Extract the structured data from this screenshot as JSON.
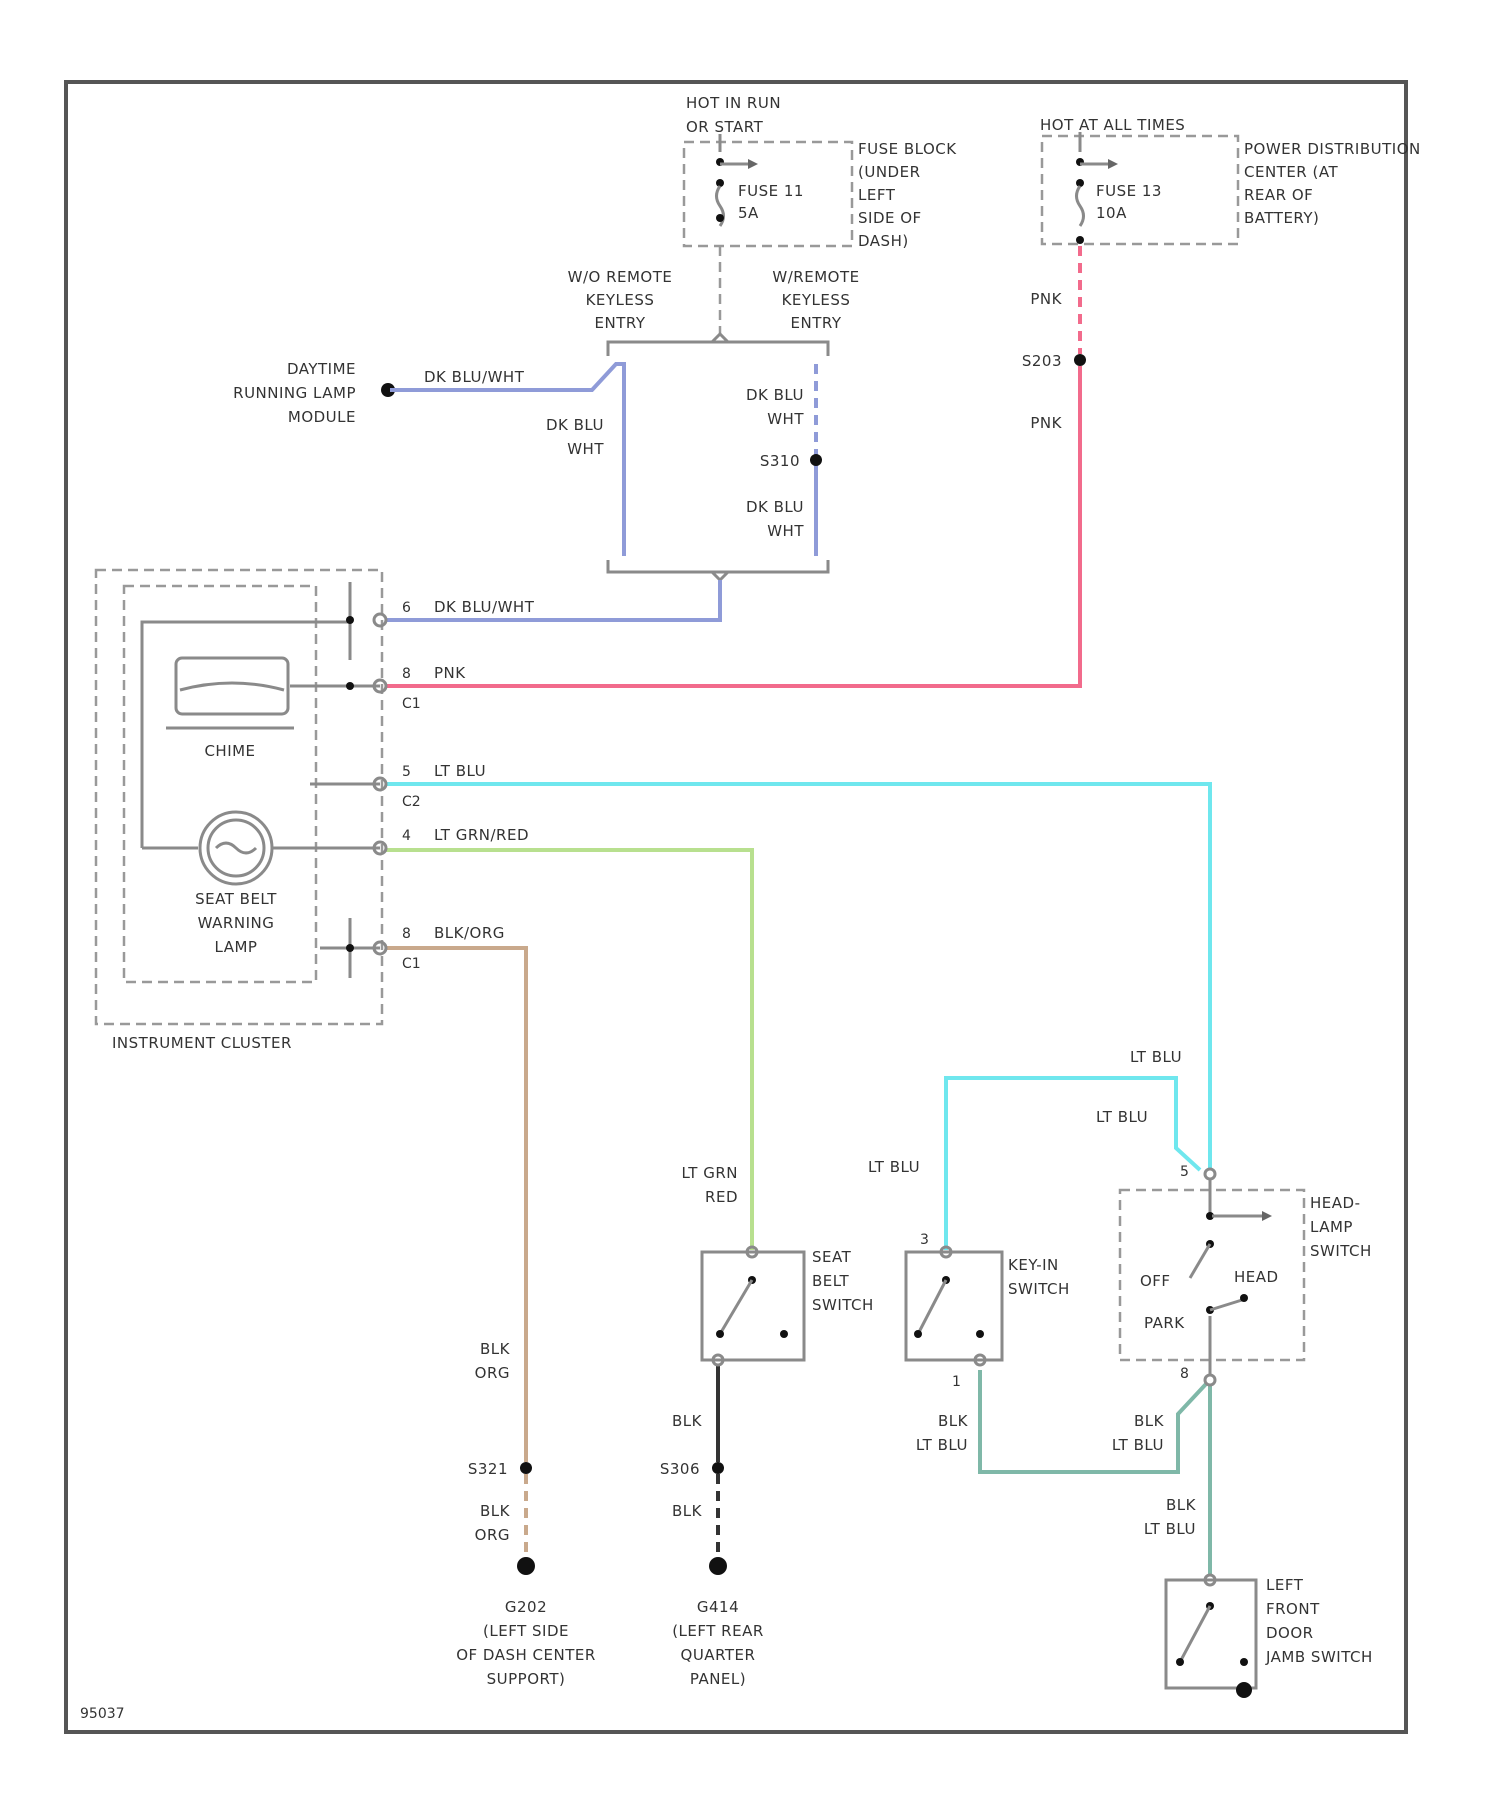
{
  "colors": {
    "dk_blu_wht": "#8f9bd8",
    "pnk": "#f26b8c",
    "lt_blu": "#6fe7ee",
    "lt_grn_red": "#b8e08f",
    "blk_org": "#c9a98c",
    "blk_lt_blu": "#7fb8a8",
    "blk": "#333333"
  },
  "fuse_block": {
    "hot_label": [
      "HOT IN RUN",
      "OR START"
    ],
    "fuse_label": [
      "FUSE 11",
      "5A"
    ],
    "desc": [
      "FUSE BLOCK",
      "(UNDER",
      "LEFT",
      "SIDE OF",
      "DASH)"
    ]
  },
  "pdc": {
    "hot_label": "HOT AT ALL TIMES",
    "fuse_label": [
      "FUSE 13",
      "10A"
    ],
    "desc": [
      "POWER DISTRIBUTION",
      "CENTER (AT",
      "REAR OF",
      "BATTERY)"
    ]
  },
  "keyless": {
    "without": [
      "W/O REMOTE",
      "KEYLESS",
      "ENTRY"
    ],
    "with": [
      "W/REMOTE",
      "KEYLESS",
      "ENTRY"
    ]
  },
  "drl_module": [
    "DAYTIME",
    "RUNNING LAMP",
    "MODULE"
  ],
  "wires": {
    "dk_blu_wht_inline": "DK BLU/WHT",
    "dk_blu_wht_stack": [
      "DK BLU",
      "WHT"
    ],
    "pnk": "PNK",
    "lt_blu": "LT BLU",
    "lt_grn_red": "LT GRN/RED",
    "lt_grn_red_stack": [
      "LT GRN",
      "RED"
    ],
    "blk_org": "BLK/ORG",
    "blk_org_stack": [
      "BLK",
      "ORG"
    ],
    "blk": "BLK",
    "blk_lt_blu": [
      "BLK",
      "LT BLU"
    ]
  },
  "splices": {
    "pnk": "S203",
    "dk_blu": "S310",
    "blk_org": "S321",
    "blk": "S306"
  },
  "cluster": {
    "chime": "CHIME",
    "lamp": [
      "SEAT BELT",
      "WARNING",
      "LAMP"
    ],
    "name": "INSTRUMENT CLUSTER",
    "pins": {
      "p1": "6",
      "p2": "8",
      "p3": "5",
      "p4": "4",
      "p5": "8"
    },
    "connectors": {
      "c1a": "C1",
      "c2": "C2",
      "c1b": "C1"
    }
  },
  "seat_belt_switch": [
    "SEAT",
    "BELT",
    "SWITCH"
  ],
  "key_in_switch": [
    "KEY-IN",
    "SWITCH"
  ],
  "key_in_pins": {
    "top": "3",
    "bottom": "1"
  },
  "headlamp_switch": {
    "name": [
      "HEAD-",
      "LAMP",
      "SWITCH"
    ],
    "off": "OFF",
    "head": "HEAD",
    "park": "PARK",
    "pin_top": "5",
    "pin_bottom": "8"
  },
  "door_switch": [
    "LEFT",
    "FRONT",
    "DOOR",
    "JAMB SWITCH"
  ],
  "grounds": {
    "g202": [
      "G202",
      "(LEFT SIDE",
      "OF DASH CENTER",
      "SUPPORT)"
    ],
    "g414": [
      "G414",
      "(LEFT REAR",
      "QUARTER",
      "PANEL)"
    ]
  },
  "diagram_id": "95037"
}
